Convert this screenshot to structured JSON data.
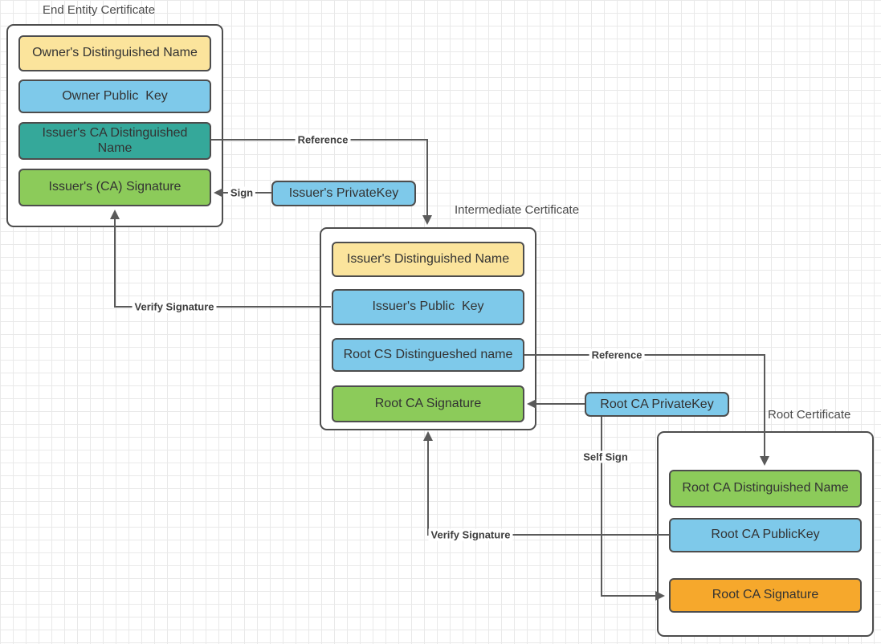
{
  "certificates": {
    "end_entity": {
      "title": "End Entity Certificate",
      "fields": [
        {
          "label": "Owner's Distinguished Name",
          "color": "#fbe49c"
        },
        {
          "label": "Owner Public  Key",
          "color": "#7ec9ea"
        },
        {
          "label": "Issuer's CA Distinguished Name",
          "color": "#35a89a"
        },
        {
          "label": "Issuer's (CA) Signature",
          "color": "#8ccb5a"
        }
      ]
    },
    "intermediate": {
      "title": "Intermediate Certificate",
      "fields": [
        {
          "label": "Issuer's Distinguished Name",
          "color": "#fbe49c"
        },
        {
          "label": "Issuer's Public  Key",
          "color": "#7ec9ea"
        },
        {
          "label": "Root CS Distingueshed name",
          "color": "#7ec9ea"
        },
        {
          "label": "Root CA Signature",
          "color": "#8ccb5a"
        }
      ]
    },
    "root": {
      "title": "Root Certificate",
      "fields": [
        {
          "label": "Root CA Distinguished Name",
          "color": "#8ccb5a"
        },
        {
          "label": "Root CA PublicKey",
          "color": "#7ec9ea"
        },
        {
          "label": "Root CA Signature",
          "color": "#f6a82c"
        }
      ]
    }
  },
  "keys": {
    "issuer_private_key": {
      "label": "Issuer's PrivateKey",
      "color": "#7ec9ea"
    },
    "root_ca_private_key": {
      "label": "Root CA PrivateKey",
      "color": "#7ec9ea"
    }
  },
  "connectors": {
    "reference_to_intermediate": {
      "label": "Reference"
    },
    "sign": {
      "label": "Sign"
    },
    "verify_signature_end_entity": {
      "label": "Verify Signature"
    },
    "reference_to_root": {
      "label": "Reference"
    },
    "self_sign": {
      "label": "Self Sign"
    },
    "verify_signature_root": {
      "label": "Verify Signature"
    }
  },
  "colors": {
    "box_border": "#4d4d4d",
    "connector_line": "#5a5a5a",
    "grid_line": "#e9e9e9",
    "canvas_background": "#ffffff",
    "yellow_field": "#fbe49c",
    "blue_field": "#7ec9ea",
    "teal_field": "#35a89a",
    "green_field": "#8ccb5a",
    "orange_field": "#f6a82c"
  }
}
